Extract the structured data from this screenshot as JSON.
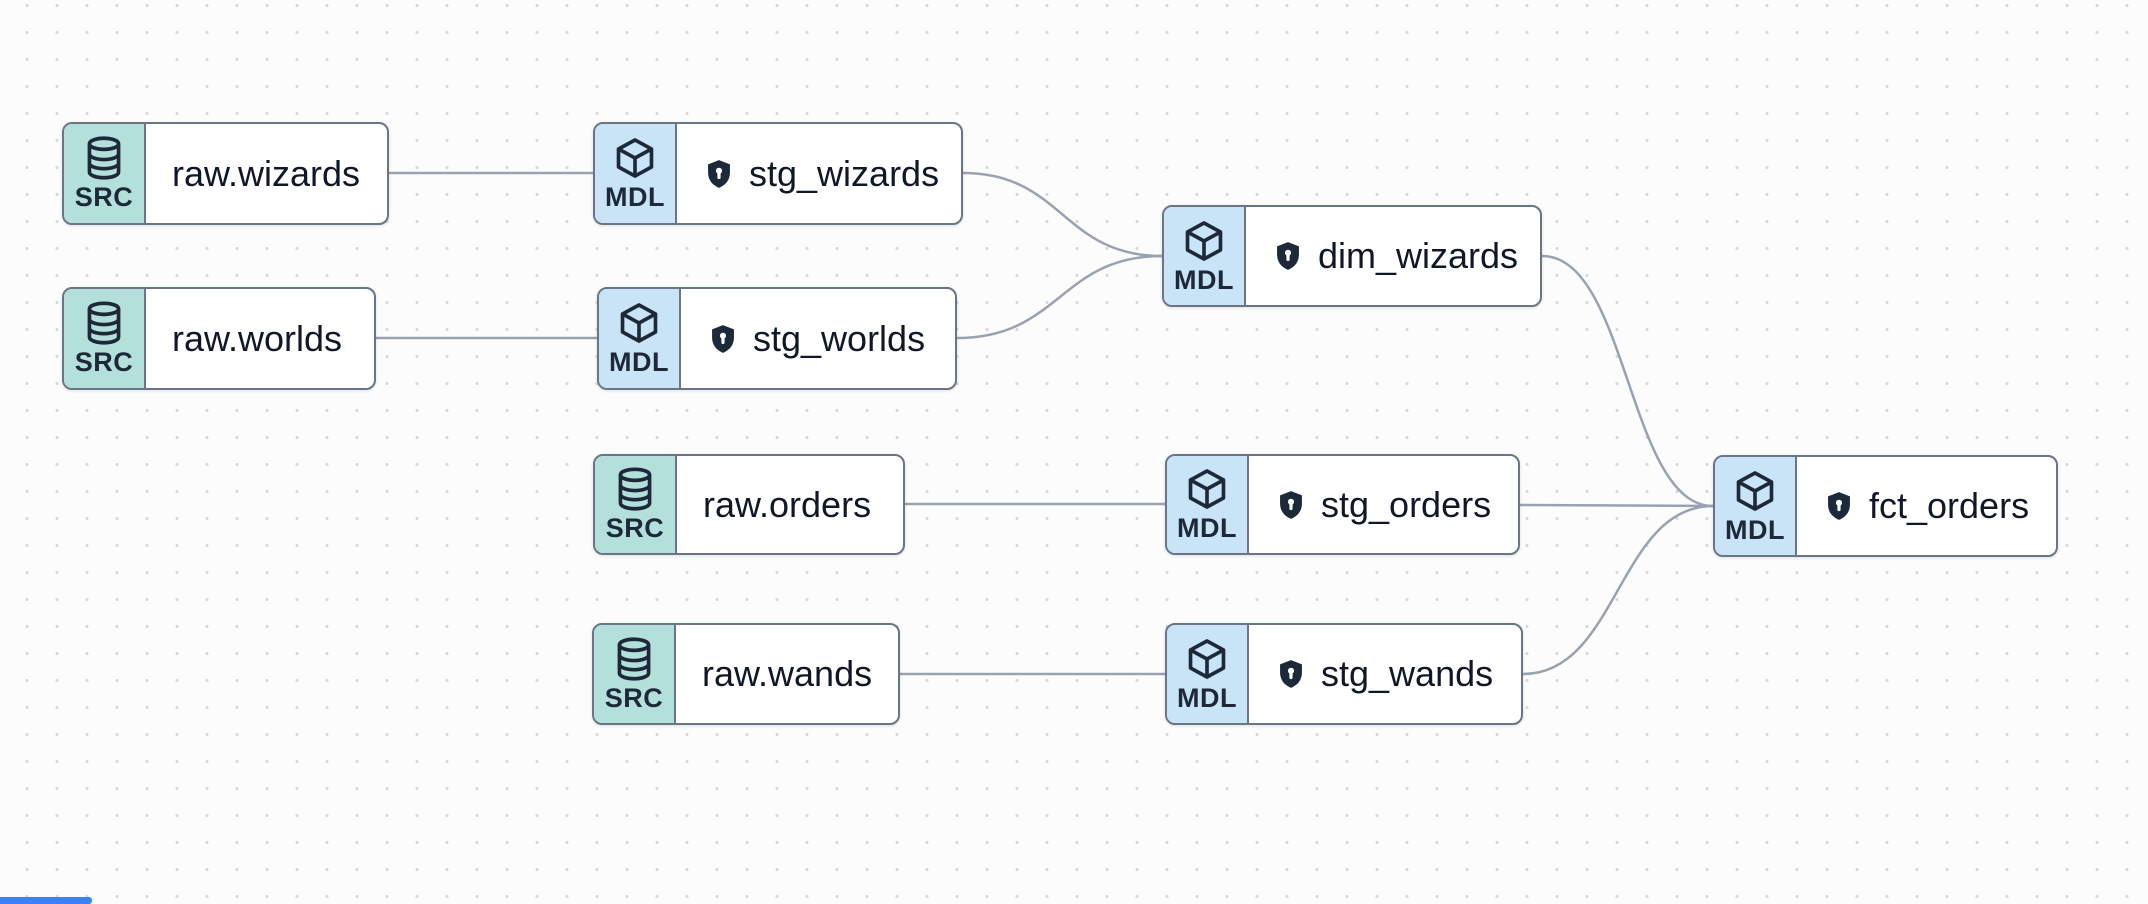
{
  "canvas": {
    "background_color": "#fcfcfc",
    "dot_color": "#d6d8db"
  },
  "colors": {
    "source_badge_bg": "#b4e0db",
    "model_badge_bg": "#c9e4f7",
    "node_border": "#6b7585",
    "edge_line": "#9aa2b0",
    "label_text": "#101828",
    "icon_dark": "#1d2838",
    "scrollbar_blue": "#3b82f6"
  },
  "node_type_labels": {
    "source": "SRC",
    "model": "MDL"
  },
  "nodes": [
    {
      "id": "raw.wizards",
      "type": "SRC",
      "label": "raw.wizards",
      "kind": "source",
      "protected": false
    },
    {
      "id": "stg_wizards",
      "type": "MDL",
      "label": "stg_wizards",
      "kind": "model",
      "protected": true
    },
    {
      "id": "raw.worlds",
      "type": "SRC",
      "label": "raw.worlds",
      "kind": "source",
      "protected": false
    },
    {
      "id": "stg_worlds",
      "type": "MDL",
      "label": "stg_worlds",
      "kind": "model",
      "protected": true
    },
    {
      "id": "dim_wizards",
      "type": "MDL",
      "label": "dim_wizards",
      "kind": "model",
      "protected": true
    },
    {
      "id": "raw.orders",
      "type": "SRC",
      "label": "raw.orders",
      "kind": "source",
      "protected": false
    },
    {
      "id": "stg_orders",
      "type": "MDL",
      "label": "stg_orders",
      "kind": "model",
      "protected": true
    },
    {
      "id": "raw.wands",
      "type": "SRC",
      "label": "raw.wands",
      "kind": "source",
      "protected": false
    },
    {
      "id": "stg_wands",
      "type": "MDL",
      "label": "stg_wands",
      "kind": "model",
      "protected": true
    },
    {
      "id": "fct_orders",
      "type": "MDL",
      "label": "fct_orders",
      "kind": "model",
      "protected": true
    }
  ],
  "edges": [
    {
      "from": "raw.wizards",
      "to": "stg_wizards"
    },
    {
      "from": "raw.worlds",
      "to": "stg_worlds"
    },
    {
      "from": "stg_wizards",
      "to": "dim_wizards"
    },
    {
      "from": "stg_worlds",
      "to": "dim_wizards"
    },
    {
      "from": "raw.orders",
      "to": "stg_orders"
    },
    {
      "from": "raw.wands",
      "to": "stg_wands"
    },
    {
      "from": "stg_orders",
      "to": "fct_orders"
    },
    {
      "from": "dim_wizards",
      "to": "fct_orders"
    },
    {
      "from": "stg_wands",
      "to": "fct_orders"
    }
  ]
}
